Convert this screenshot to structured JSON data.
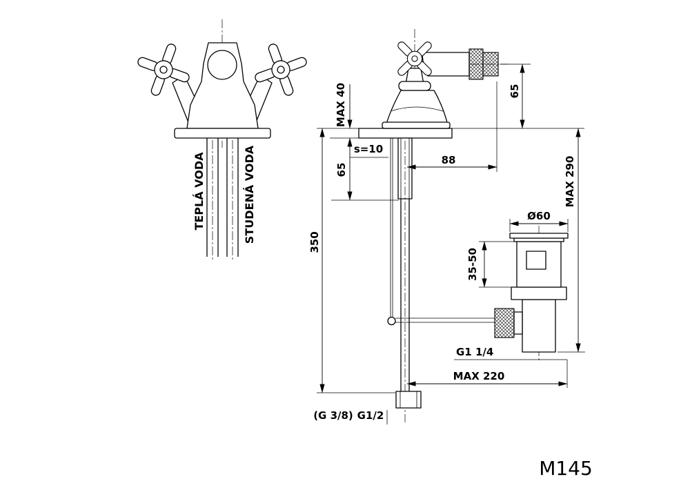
{
  "model": "M145",
  "front_view": {
    "hot_water_label": "TEPLÁ VODA",
    "cold_water_label": "STUDENÁ VODA"
  },
  "dimensions": {
    "deck_thickness_max": "MAX 40",
    "plate_thickness": "s=10",
    "shank_length": "65",
    "spout_height": "65",
    "spout_reach": "88",
    "supply_pipe_length": "350",
    "max_installation_depth": "MAX 290",
    "drain_flange_diameter": "Ø60",
    "drain_deck_range": "35-50",
    "drain_thread": "G1 1/4",
    "max_horizontal_reach": "MAX 220",
    "supply_thread_alt": "(G 3/8)",
    "supply_thread": "G1/2"
  }
}
